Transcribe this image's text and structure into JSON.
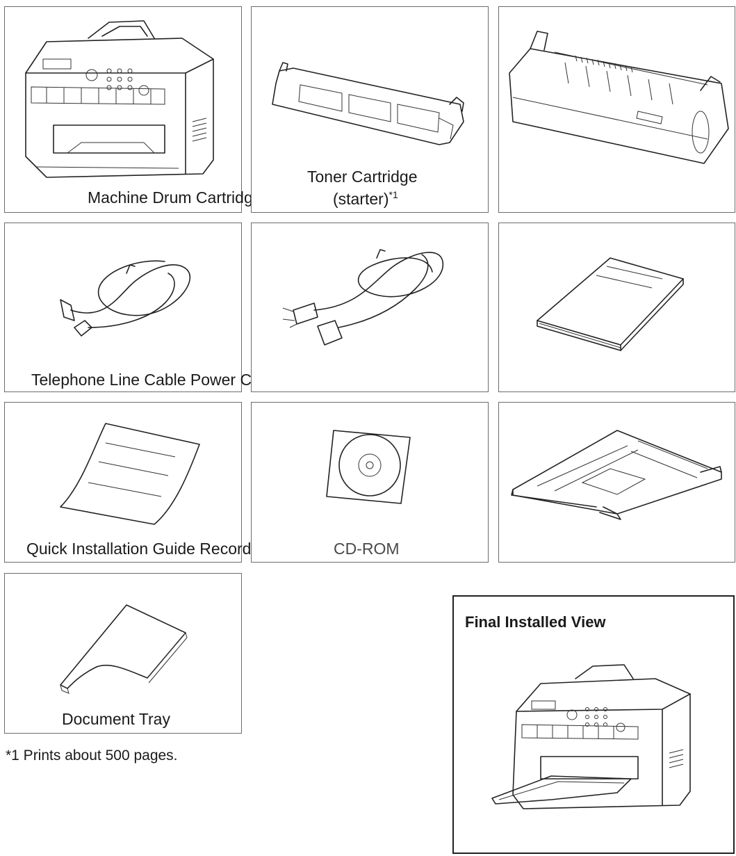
{
  "items": [
    {
      "id": "machine",
      "text": "Machine Drum Cartridge"
    },
    {
      "id": "toner",
      "line1": "Toner Cartridge",
      "line2": "(starter)",
      "sup": "*1"
    },
    {
      "id": "phone",
      "text": "Telephone Line Cable Power Cord Important Information Guide"
    },
    {
      "id": "quick",
      "text": "Quick Installation Guide Recording Paper Tray"
    },
    {
      "id": "cdrom",
      "text": "CD-ROM"
    },
    {
      "id": "doctray",
      "text": "Document Tray"
    }
  ],
  "footnote": "*1 Prints about 500 pages.",
  "final_view": {
    "title": "Final Installed View"
  }
}
